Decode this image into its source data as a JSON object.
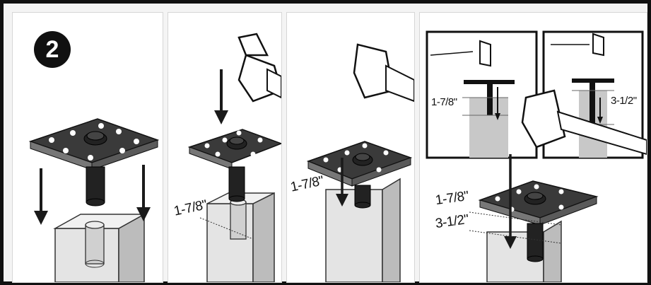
{
  "step": {
    "number": "2"
  },
  "panel2": {
    "depth_label": "1-7/8\""
  },
  "panel3": {
    "depth_label": "1-7/8\""
  },
  "panel4": {
    "inset_left_label": "1-7/8\"",
    "inset_right_label": "3-1/2\"",
    "depth_label_top": "1-7/8\"",
    "depth_label_bottom": "3-1/2\""
  },
  "colors": {
    "plate": "#3a3a3a",
    "plate_edge": "#777777",
    "post_front": "#e2e2e2",
    "post_side": "#bdbdbd",
    "arrow": "#1a1a1a",
    "frame": "#111111"
  },
  "icons": [
    "sledgehammer-icon",
    "down-arrow-icon",
    "anchor-plate-icon",
    "post-icon"
  ]
}
